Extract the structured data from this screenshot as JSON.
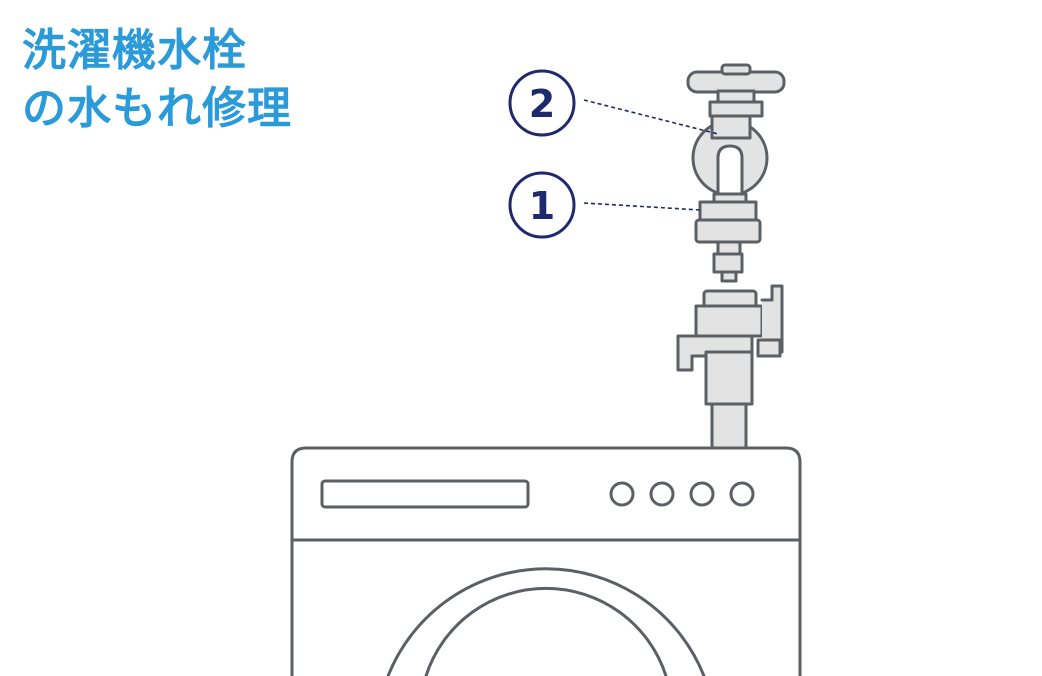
{
  "title": {
    "line1": "洗濯機水栓",
    "line2": "の水もれ修理"
  },
  "callouts": [
    {
      "number": "2"
    },
    {
      "number": "1"
    }
  ],
  "colors": {
    "title": "#2a9ad8",
    "callout": "#1f2a6e",
    "line": "#5c5f63",
    "fill": "#e3e3e3"
  }
}
